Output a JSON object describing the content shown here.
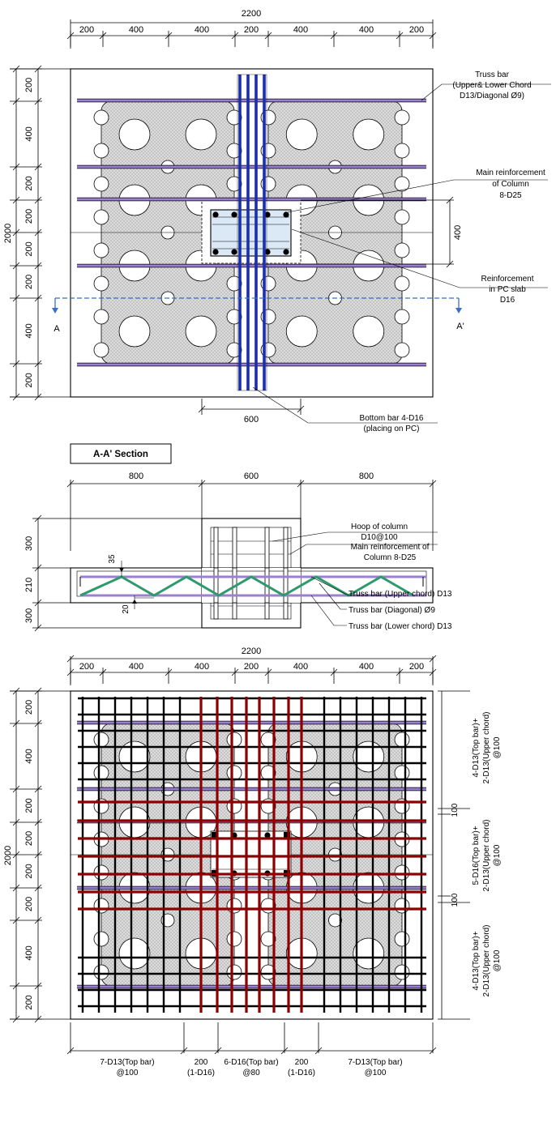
{
  "plan_top": {
    "overall_width": "2200",
    "width_segments": [
      "200",
      "400",
      "400",
      "200",
      "400",
      "400",
      "200"
    ],
    "overall_height": "2000",
    "height_segments": [
      "200",
      "400",
      "200",
      "200",
      "200",
      "200",
      "400",
      "200"
    ],
    "column_height": "400",
    "column_width": "600",
    "section_mark_left": "A",
    "section_mark_right": "A'",
    "labels": {
      "truss_bar": [
        "Truss bar",
        "(Upper& Lower Chord",
        "D13/Diagonal Ø9)"
      ],
      "main_reinf": [
        "Main reinforcement",
        "of Column",
        "8-D25"
      ],
      "pc_reinf": [
        "Reinforcement",
        "in PC slab",
        "D16"
      ],
      "bottom_bar": [
        "Bottom bar 4-D16",
        "(placing on PC)"
      ]
    }
  },
  "section": {
    "title": "A-A' Section",
    "width_segments": [
      "800",
      "600",
      "800"
    ],
    "height_segments": [
      "300",
      "210",
      "300"
    ],
    "small_dims": [
      "35",
      "20"
    ],
    "labels": {
      "hoop": [
        "Hoop of column",
        "D10@100"
      ],
      "main_reinf": [
        "Main reinforcement of",
        "Column 8-D25"
      ],
      "upper_chord": "Truss bar (Upper chord) D13",
      "diagonal": "Truss bar (Diagonal)  Ø9",
      "lower_chord": "Truss bar (Lower chord) D13"
    }
  },
  "plan_bottom": {
    "overall_width": "2200",
    "width_segments": [
      "200",
      "400",
      "400",
      "200",
      "400",
      "400",
      "200"
    ],
    "overall_height": "2000",
    "height_segments": [
      "200",
      "400",
      "200",
      "200",
      "200",
      "200",
      "400",
      "200"
    ],
    "right_gaps": [
      "100",
      "100"
    ],
    "right_labels": [
      [
        "4-D13(Top bar)+",
        "2-D13(Upper chord)",
        "@100"
      ],
      [
        "5-D16(Top bar)+",
        "2-D13(Upper chord)",
        "@100"
      ],
      [
        "4-D13(Top bar)+",
        "2-D13(Upper chord)",
        "@100"
      ]
    ],
    "bottom_labels": [
      [
        "7-D13(Top bar)",
        "@100"
      ],
      [
        "200",
        "(1-D16)"
      ],
      [
        "6-D16(Top bar)",
        "@80"
      ],
      [
        "200",
        "(1-D16)"
      ],
      [
        "7-D13(Top bar)",
        "@100"
      ]
    ]
  },
  "colors": {
    "truss_bar": "#9b7fd4",
    "column_bars": "#1a2fa8",
    "top_bar_black": "#000000",
    "top_bar_red": "#8b0000",
    "diagonal": "#2e9a6a",
    "pc_fill": "#d8d8d8",
    "column_fill": "#dbe8f5"
  }
}
